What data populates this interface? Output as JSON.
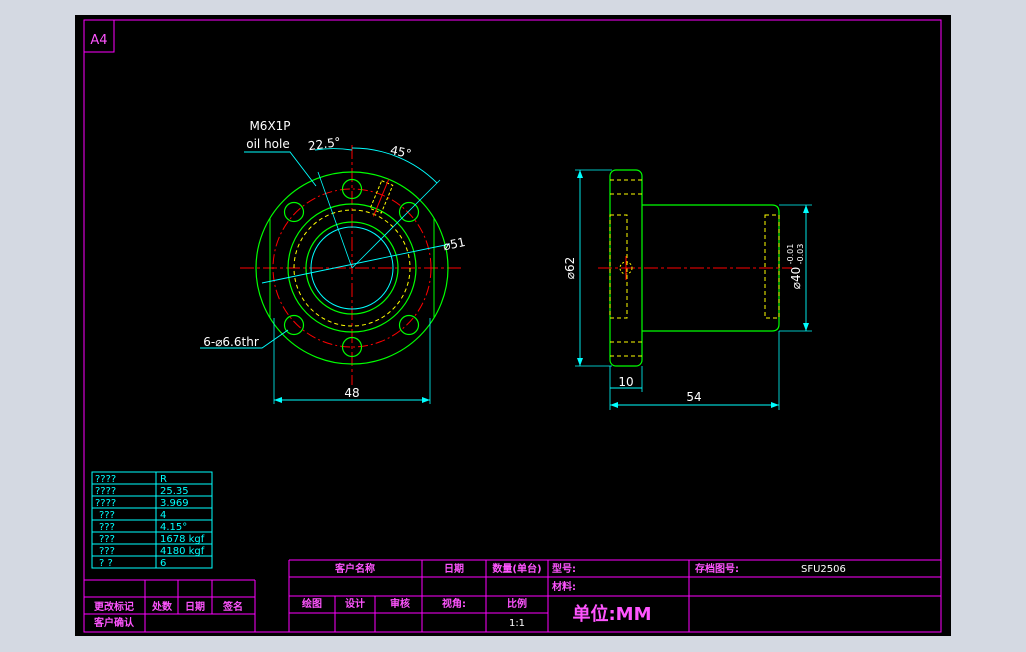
{
  "sheet": {
    "size_label": "A4",
    "colors": {
      "background": "#000000",
      "frame": "#ff00ff",
      "geometry": "#00ff00",
      "hidden_lines": "#ffff00",
      "center_lines": "#ff0000",
      "dimensions": "#00ffff",
      "annotation": "#ffffff",
      "title_text": "#ff55ff",
      "table": "#00ffff"
    }
  },
  "front_view": {
    "oil_hole_label_1": "M6X1P",
    "oil_hole_label_2": "oil hole",
    "angle_1": "22.5°",
    "angle_2": "45°",
    "diameter": "⌀51",
    "holes": "6-⌀6.6thr",
    "width": "48"
  },
  "side_view": {
    "flange_diameter": "⌀62",
    "body_diameter": "⌀40",
    "tol_upper": "-0.01",
    "tol_lower": "-0.03",
    "flange_thickness": "10",
    "length": "54"
  },
  "spec_table": {
    "rows": [
      {
        "key": "????",
        "value": "R"
      },
      {
        "key": "????",
        "value": "25.35"
      },
      {
        "key": "????",
        "value": "3.969"
      },
      {
        "key": "???",
        "value": "4"
      },
      {
        "key": "???",
        "value": "4.15°"
      },
      {
        "key": "???",
        "value": "1678 kgf"
      },
      {
        "key": "???",
        "value": "4180 kgf"
      },
      {
        "key": "?  ?",
        "value": "6"
      }
    ]
  },
  "revision_block": {
    "change_mark": "更改标记",
    "location": "处数",
    "date": "日期",
    "signature": "签名",
    "customer_confirm": "客户确认"
  },
  "title_block": {
    "customer_name": "客户名称",
    "date": "日期",
    "quantity": "数量(单台)",
    "model_label": "型号:",
    "archive_label": "存档图号:",
    "archive_value": "SFU2506",
    "material_label": "材料:",
    "drawing": "绘图",
    "design": "设计",
    "review": "审核",
    "view_angle": "视角:",
    "scale": "比例",
    "scale_value": "1:1",
    "unit": "单位:MM"
  }
}
